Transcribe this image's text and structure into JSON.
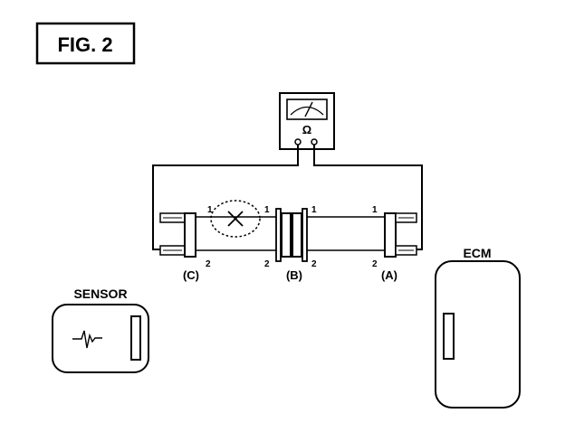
{
  "figure": {
    "title": "FIG. 2"
  },
  "meter": {
    "unit_symbol": "Ω",
    "icon": "ohmmeter-icon"
  },
  "connectors": {
    "c": {
      "label": "(C)"
    },
    "b": {
      "label": "(B)"
    },
    "a": {
      "label": "(A)"
    }
  },
  "pins": {
    "c_top": "1",
    "c_bottom": "2",
    "b_left_top": "1",
    "b_left_bottom": "2",
    "b_right_top": "1",
    "b_right_bottom": "2",
    "a_top": "1",
    "a_bottom": "2"
  },
  "fault": {
    "icon": "open-circuit-icon"
  },
  "sensor": {
    "label": "SENSOR",
    "icon": "waveform-icon"
  },
  "ecm": {
    "label": "ECM"
  }
}
